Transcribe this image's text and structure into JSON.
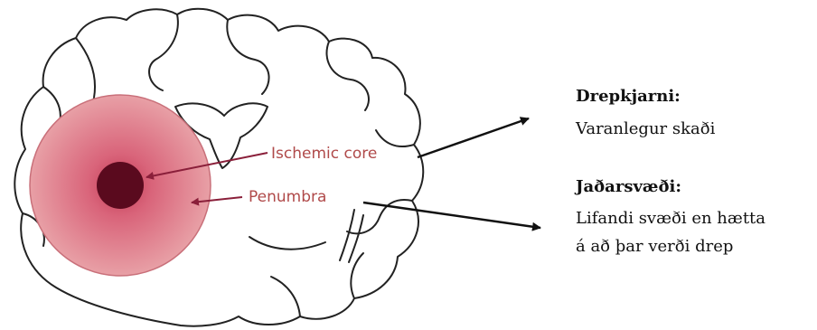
{
  "diagram": {
    "inner_labels": {
      "core": "Ischemic core",
      "penumbra": "Penumbra"
    },
    "annotations": {
      "core_title": "Drepkjarni:",
      "core_desc": "Varanlegur skaði",
      "penumbra_title": "Jaðarsvæði:",
      "penumbra_desc_line1": "Lifandi svæði en hætta",
      "penumbra_desc_line2": "á að þar verði drep"
    },
    "colors": {
      "core": "#5a0a1e",
      "penumbra_center": "#d9647a",
      "penumbra_edge": "#e8a0a6",
      "label_arrow": "#8a1f3a",
      "outline": "#222222"
    }
  }
}
